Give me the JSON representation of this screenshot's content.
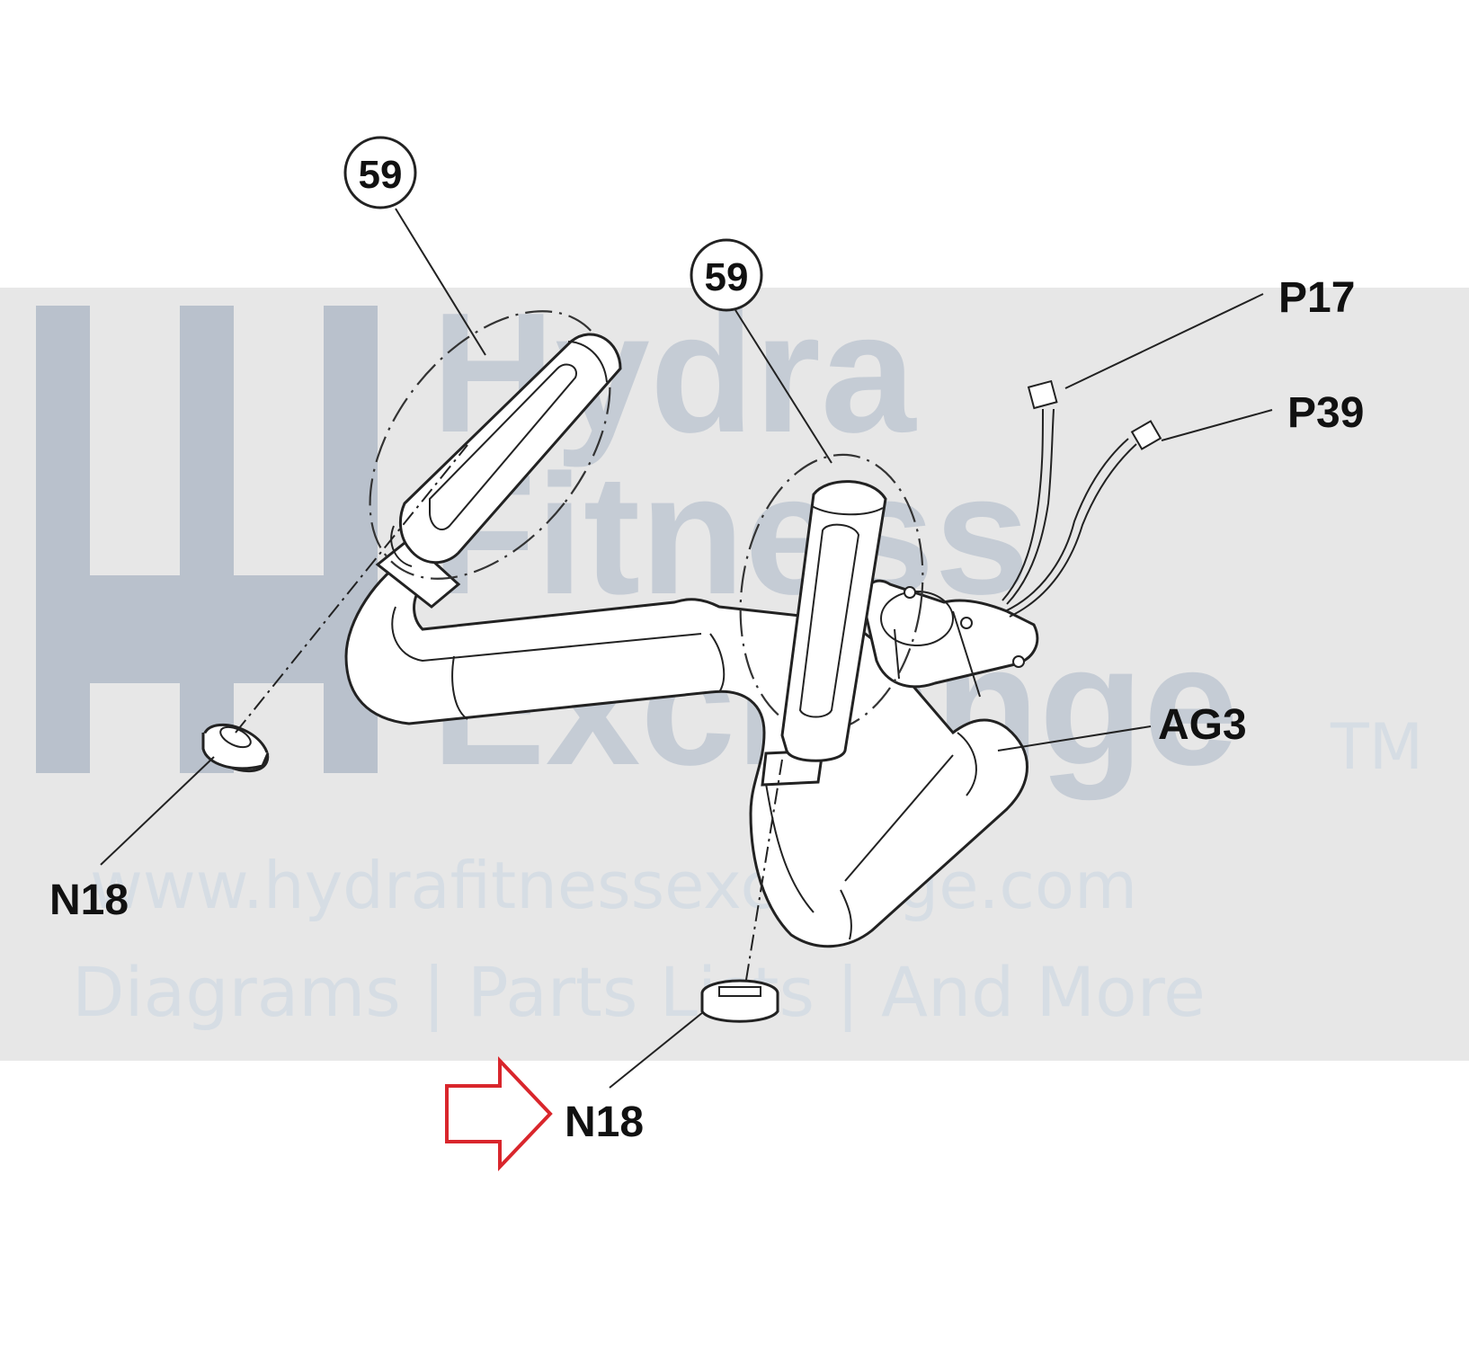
{
  "colors": {
    "watermark_band": "#e7e7e7",
    "watermark_logo": "#b9c1cc",
    "watermark_text_dark": "#c5ccd5",
    "watermark_text_light": "#d6dde4",
    "callout_arrow": "#d9262c",
    "line": "#222222"
  },
  "watermark": {
    "line1": "Hydra",
    "line2": "Fitness",
    "line3": "Exchange",
    "trademark": "TM",
    "url": "www.hydrafitnessexchange.com",
    "tagline": "Diagrams | Parts Lists | And More"
  },
  "labels": {
    "grip_left": "59",
    "grip_right": "59",
    "connector_p17": "P17",
    "connector_p39": "P39",
    "assembly": "AG3",
    "cap_left": "N18",
    "cap_bottom": "N18"
  },
  "callout": {
    "icon": "arrow-right-outline-icon",
    "points_to": "N18"
  }
}
